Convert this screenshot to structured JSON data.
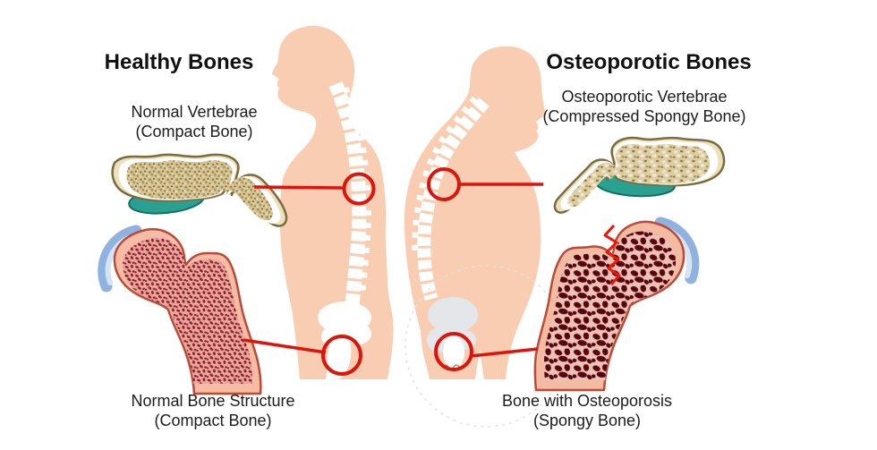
{
  "left": {
    "heading": "Healthy Bones",
    "vertebra_label_line1": "Normal Vertebrae",
    "vertebra_label_line2": "(Compact Bone)",
    "femur_label_line1": "Normal Bone Structure",
    "femur_label_line2": "(Compact Bone)"
  },
  "right": {
    "heading": "Osteoporotic Bones",
    "vertebra_label_line1": "Osteoporotic Vertebrae",
    "vertebra_label_line2": "(Compressed Spongy Bone)",
    "femur_label_line1": "Bone with Osteoporosis",
    "femur_label_line2": "(Spongy Bone)"
  },
  "icons": {
    "left_figure": "standing-person-silhouette",
    "right_figure": "stooped-person-silhouette",
    "healthy_vertebra": "healthy-vertebra-cross-section",
    "osteoporotic_vertebra": "compressed-vertebra-cross-section",
    "healthy_femur": "healthy-femur-cross-section",
    "osteoporotic_femur": "osteoporotic-femur-cross-section",
    "highlight": "red-highlight-circle",
    "connector": "red-connector-line",
    "disc": "intervertebral-disc",
    "cartilage": "blue-cartilage-cap",
    "fracture": "red-fracture-zigzag"
  },
  "colors": {
    "background": "#FFFFFF",
    "skin": "#F9CDB2",
    "bone_white": "#FFFFFF",
    "pelvis_gray": "#E4E7E9",
    "accent_red": "#DB150B",
    "disc_teal": "#2AA091",
    "disc_teal_outline": "#0F6F63",
    "vertebra_cream": "#EDE0BE",
    "vertebra_outline": "#7B6C3E",
    "vertebra_speckle": "#A8935E",
    "cortical_salmon": "#F6BCA4",
    "cortical_outline": "#BC4A39",
    "marrow_pink": "#E9ABA1",
    "trabecular_dark": "#8E1F2B",
    "osteo_marrow_dark": "#54080E",
    "cartilage_blue": "#8FB3DE",
    "fracture_red": "#EE1509",
    "text": "#1C1C1C"
  }
}
